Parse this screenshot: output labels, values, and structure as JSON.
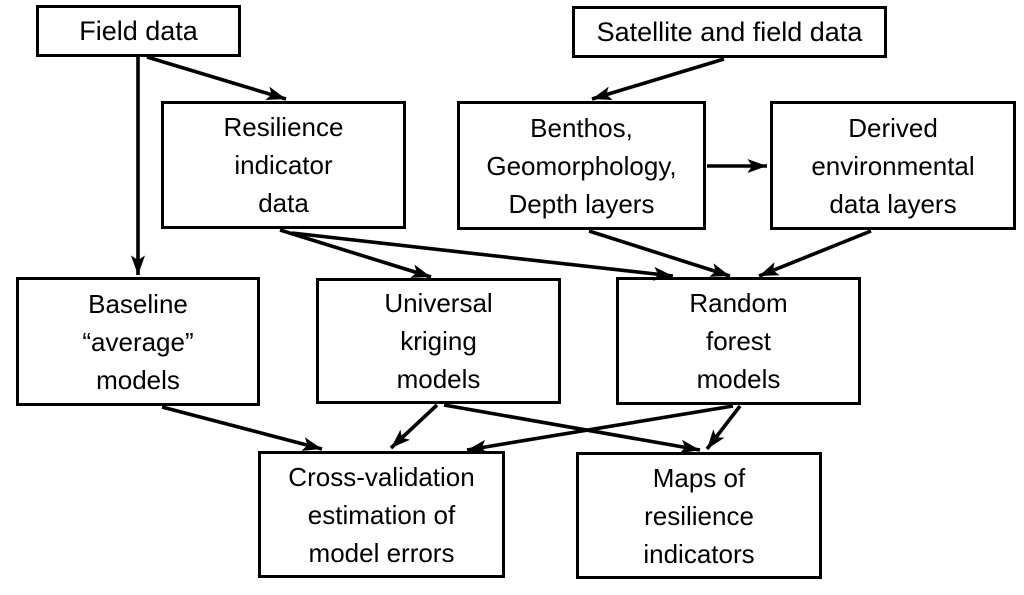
{
  "diagram": {
    "background_color": "#ffffff",
    "line_color": "#000000",
    "box_border_color": "#000000",
    "nodes": {
      "field_data": {
        "label": "Field data"
      },
      "satellite_and_field_data": {
        "label": "Satellite and field data"
      },
      "resilience_indicator_data": {
        "label": "Resilience\nindicator\ndata"
      },
      "benthos_geomorphology_depth_layers": {
        "label": "Benthos,\nGeomorphology,\nDepth layers"
      },
      "derived_environmental_data_layers": {
        "label": "Derived\nenvironmental\ndata layers"
      },
      "baseline_average_models": {
        "label": "Baseline\n“average”\nmodels"
      },
      "universal_kriging_models": {
        "label": "Universal\nkriging\nmodels"
      },
      "random_forest_models": {
        "label": "Random\nforest\nmodels"
      },
      "cross_validation_estimation_of_model_errors": {
        "label": "Cross-validation\nestimation of\nmodel errors"
      },
      "maps_of_resilience_indicators": {
        "label": "Maps of\nresilience\nindicators"
      }
    },
    "edges": [
      {
        "from": "field_data",
        "to": "resilience_indicator_data"
      },
      {
        "from": "field_data",
        "to": "baseline_average_models"
      },
      {
        "from": "satellite_and_field_data",
        "to": "benthos_geomorphology_depth_layers"
      },
      {
        "from": "benthos_geomorphology_depth_layers",
        "to": "derived_environmental_data_layers"
      },
      {
        "from": "resilience_indicator_data",
        "to": "universal_kriging_models"
      },
      {
        "from": "resilience_indicator_data",
        "to": "random_forest_models"
      },
      {
        "from": "benthos_geomorphology_depth_layers",
        "to": "random_forest_models"
      },
      {
        "from": "derived_environmental_data_layers",
        "to": "random_forest_models"
      },
      {
        "from": "baseline_average_models",
        "to": "cross_validation_estimation_of_model_errors"
      },
      {
        "from": "universal_kriging_models",
        "to": "cross_validation_estimation_of_model_errors"
      },
      {
        "from": "universal_kriging_models",
        "to": "maps_of_resilience_indicators"
      },
      {
        "from": "random_forest_models",
        "to": "cross_validation_estimation_of_model_errors"
      },
      {
        "from": "random_forest_models",
        "to": "maps_of_resilience_indicators"
      }
    ]
  }
}
